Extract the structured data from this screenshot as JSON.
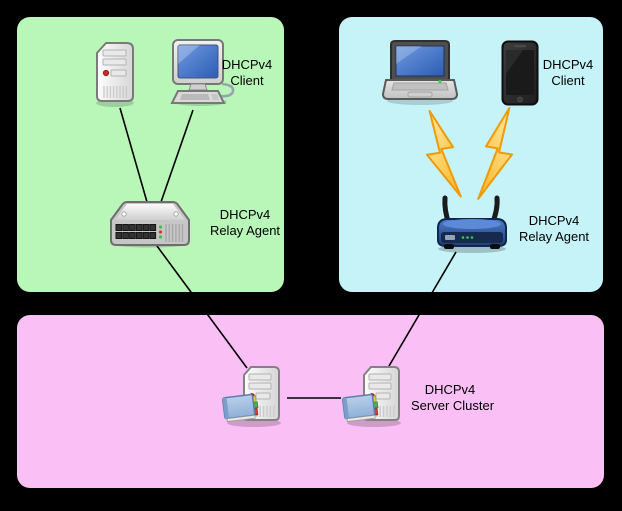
{
  "diagram_type": "network-topology",
  "colors": {
    "background": "#000000",
    "wired_zone": "#b9f7b9",
    "wireless_zone": "#c5f3f8",
    "server_zone": "#fac0f5",
    "line": "#000000",
    "bolt_stroke": "#ef9b05",
    "bolt_fill_light": "#ffeaa8",
    "bolt_fill_dark": "#fcb525"
  },
  "zones": [
    {
      "id": "wired-lan",
      "description": "wired client network"
    },
    {
      "id": "wireless-lan",
      "description": "wireless client network"
    },
    {
      "id": "server-network",
      "description": "server cluster network"
    }
  ],
  "labels": {
    "wired_client": [
      "DHCPv4",
      "Client"
    ],
    "wired_relay": [
      "DHCPv4",
      "Relay Agent"
    ],
    "wireless_client": [
      "DHCPv4",
      "Client"
    ],
    "wireless_relay": [
      "DHCPv4",
      "Relay Agent"
    ],
    "server_cluster": [
      "DHCPv4",
      "Server Cluster"
    ]
  },
  "nodes": [
    {
      "icon": "tower-server-icon",
      "zone": "wired-lan"
    },
    {
      "icon": "desktop-computer-icon",
      "zone": "wired-lan"
    },
    {
      "icon": "network-switch-icon",
      "zone": "wired-lan"
    },
    {
      "icon": "laptop-icon",
      "zone": "wireless-lan"
    },
    {
      "icon": "smartphone-icon",
      "zone": "wireless-lan"
    },
    {
      "icon": "wireless-router-icon",
      "zone": "wireless-lan"
    },
    {
      "icon": "server-with-book-icon",
      "zone": "server-network"
    },
    {
      "icon": "server-with-book-icon",
      "zone": "server-network"
    }
  ],
  "links": [
    {
      "from": "tower-server",
      "to": "wired-relay-agent",
      "type": "wire"
    },
    {
      "from": "desktop-computer",
      "to": "wired-relay-agent",
      "type": "wire"
    },
    {
      "from": "laptop",
      "to": "wireless-relay-agent",
      "type": "wireless"
    },
    {
      "from": "smartphone",
      "to": "wireless-relay-agent",
      "type": "wireless"
    },
    {
      "from": "wired-relay-agent",
      "to": "server-1",
      "type": "wire"
    },
    {
      "from": "wireless-relay-agent",
      "to": "server-2",
      "type": "wire"
    },
    {
      "from": "server-1",
      "to": "server-2",
      "type": "wire"
    }
  ]
}
